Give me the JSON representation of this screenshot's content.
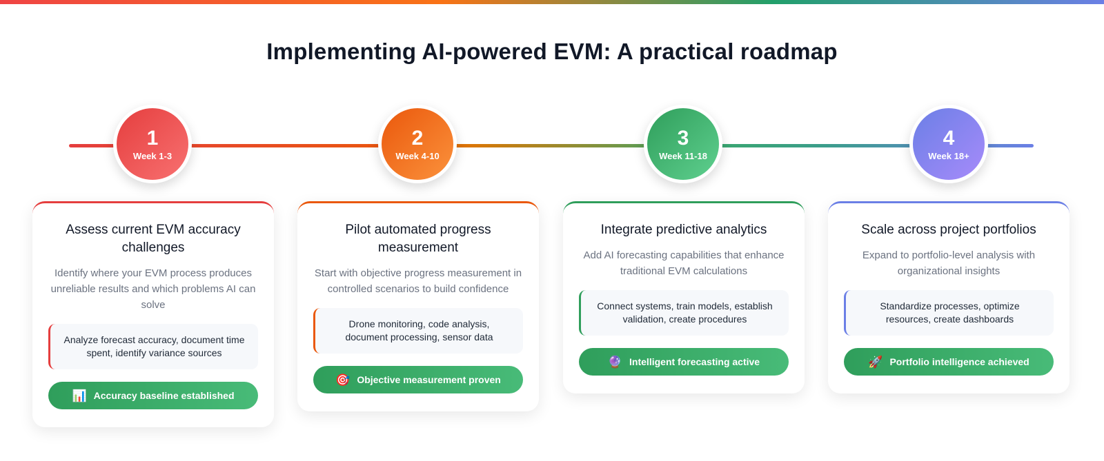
{
  "title": "Implementing AI-powered EVM: A practical roadmap",
  "phases": [
    {
      "number": "1",
      "week": "Week 1-3",
      "title": "Assess current EVM accuracy challenges",
      "description": "Identify where your EVM process produces unreliable results and which problems AI can solve",
      "detail": "Analyze forecast accuracy, document time spent, identify variance sources",
      "outcome_icon": "📊",
      "outcome": "Accuracy baseline established",
      "color": "#e53e3e"
    },
    {
      "number": "2",
      "week": "Week 4-10",
      "title": "Pilot automated progress measurement",
      "description": "Start with objective progress measurement in controlled scenarios to build confidence",
      "detail": "Drone monitoring, code analysis, document processing, sensor data",
      "outcome_icon": "🎯",
      "outcome": "Objective measurement proven",
      "color": "#ea580c"
    },
    {
      "number": "3",
      "week": "Week 11-18",
      "title": "Integrate predictive analytics",
      "description": "Add AI forecasting capabilities that enhance traditional EVM calculations",
      "detail": "Connect systems, train models, establish validation, create procedures",
      "outcome_icon": "🔮",
      "outcome": "Intelligent forecasting active",
      "color": "#2f9e5b"
    },
    {
      "number": "4",
      "week": "Week 18+",
      "title": "Scale across project portfolios",
      "description": "Expand to portfolio-level analysis with organizational insights",
      "detail": "Standardize processes, optimize resources, create dashboards",
      "outcome_icon": "🚀",
      "outcome": "Portfolio intelligence achieved",
      "color": "#6b7fe6"
    }
  ],
  "outcome_color": "#2f9e5b"
}
